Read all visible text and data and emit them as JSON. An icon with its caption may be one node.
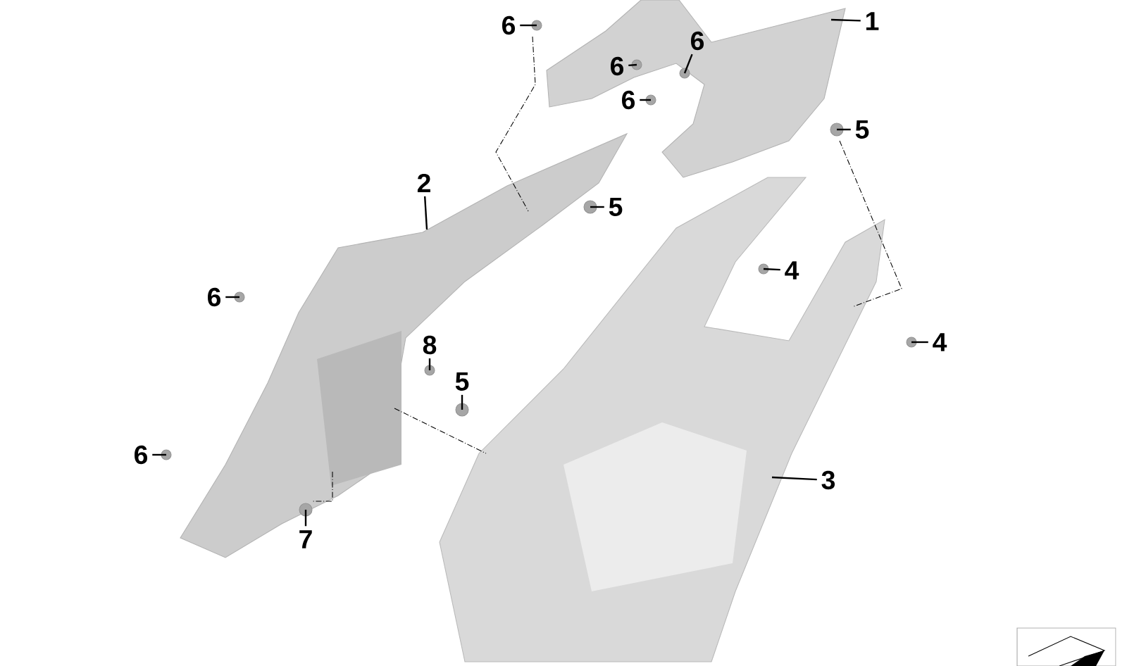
{
  "diagram": {
    "nodes": [
      {
        "text": [
          "1"
        ]
      },
      {
        "text": [
          "6"
        ]
      },
      {
        "text": [
          "6"
        ]
      },
      {
        "text": [
          "6"
        ]
      },
      {
        "text": [
          "6"
        ]
      },
      {
        "text": [
          "5"
        ]
      },
      {
        "text": [
          "2"
        ]
      },
      {
        "text": [
          "5"
        ]
      },
      {
        "text": [
          "4"
        ]
      },
      {
        "text": [
          "6"
        ]
      },
      {
        "text": [
          "4"
        ]
      },
      {
        "text": [
          "8"
        ]
      },
      {
        "text": [
          "5"
        ]
      },
      {
        "text": [
          "6"
        ]
      },
      {
        "text": [
          "3"
        ]
      },
      {
        "text": [
          "7"
        ]
      }
    ],
    "edges": [
      {
        "from": 0,
        "to": null,
        "arrow": "none"
      },
      {
        "from": 1,
        "to": null,
        "arrow": "none"
      },
      {
        "from": 2,
        "to": null,
        "arrow": "none"
      },
      {
        "from": 3,
        "to": null,
        "arrow": "none"
      },
      {
        "from": 4,
        "to": null,
        "arrow": "none"
      },
      {
        "from": 5,
        "to": null,
        "arrow": "none"
      },
      {
        "from": 6,
        "to": null,
        "arrow": "none"
      },
      {
        "from": 7,
        "to": null,
        "arrow": "none"
      },
      {
        "from": 8,
        "to": null,
        "arrow": "none"
      },
      {
        "from": 9,
        "to": null,
        "arrow": "none"
      },
      {
        "from": 10,
        "to": null,
        "arrow": "none"
      },
      {
        "from": 11,
        "to": null,
        "arrow": "none"
      },
      {
        "from": 12,
        "to": null,
        "arrow": "none"
      },
      {
        "from": 13,
        "to": null,
        "arrow": "none"
      },
      {
        "from": 14,
        "to": null,
        "arrow": "none"
      },
      {
        "from": 15,
        "to": null,
        "arrow": "none"
      }
    ]
  }
}
